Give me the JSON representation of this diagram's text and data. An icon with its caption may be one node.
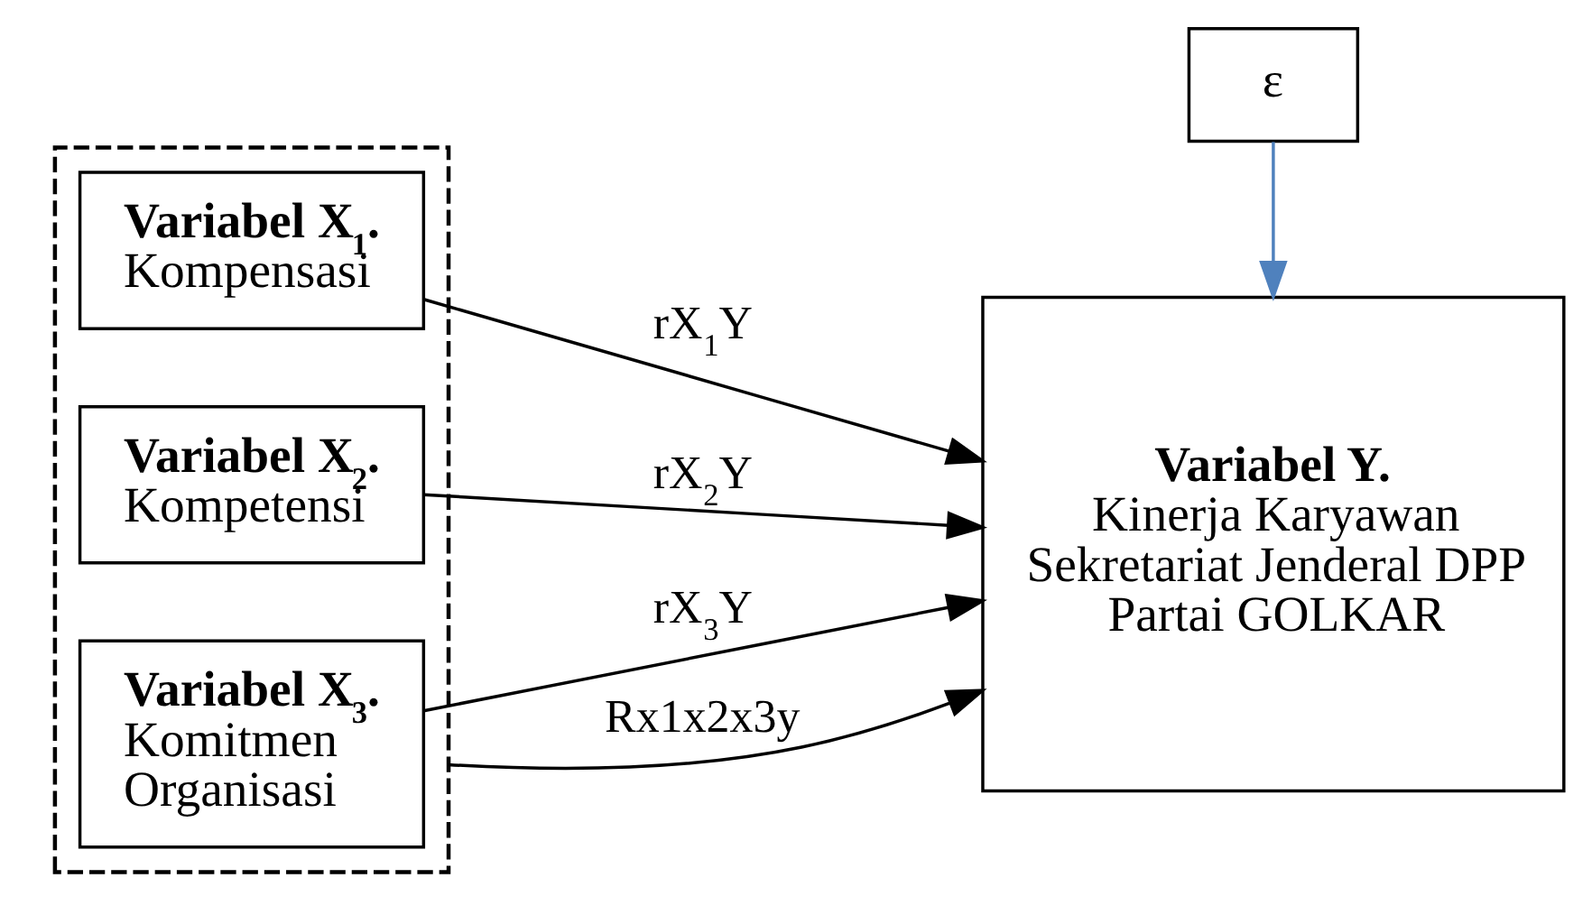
{
  "diagram": {
    "nodes": [
      {
        "text": [],
        "shape": "box"
      },
      {
        "text": [
          "Variabel X$_{1}$.",
          "Kompensasi"
        ],
        "in": 0
      },
      {
        "text": [
          "Variabel X$_{2}$.",
          "Kompetensi"
        ],
        "in": 0
      },
      {
        "text": [
          "Variabel X$_{3}$.",
          "Komitmen Organisasi"
        ],
        "in": 0
      },
      {
        "text": [
          "ε"
        ]
      },
      {
        "text": [
          "Variabel Y.",
          "Kinerja Karyawan Sekretariat Jenderal DPP Partai GOLKAR"
        ]
      }
    ],
    "edges": [
      {
        "from": 1,
        "to": 5,
        "arrow": "to",
        "label": "rX$_{1}$Y"
      },
      {
        "from": 2,
        "to": 5,
        "arrow": "to",
        "label": "rX$_{2}$Y"
      },
      {
        "from": 3,
        "to": 5,
        "arrow": "to",
        "label": "rX$_{3}$Y"
      },
      {
        "from": 4,
        "to": 5,
        "arrow": "to",
        "color": "#4f81bd"
      },
      {
        "from": 0,
        "to": 5,
        "arrow": "to",
        "label": "Rx1x2x3y"
      }
    ]
  }
}
